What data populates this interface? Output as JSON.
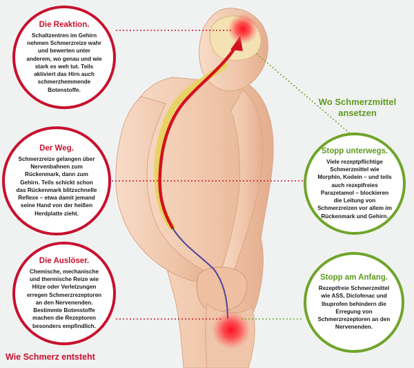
{
  "circles": {
    "reaktion": {
      "title": "Die Reaktion.",
      "text": "Schaltzentren im Gehirn nehmen Schmerzreize wahr und bewerten unter anderem, wo genau und wie stark es weh tut. Teils aktiviert das Hirn auch schmerzhemmende Botenstoffe."
    },
    "weg": {
      "title": "Der Weg.",
      "text": "Schmerzreize gelangen über Nervenbahnen zum Rückenmark, dann zum Gehirn. Teils schickt schon das Rückenmark blitzschnelle Reflexe – etwa damit jemand seine Hand von der heißen Herdplatte zieht."
    },
    "ausloeser": {
      "title": "Die Auslöser.",
      "text": "Chemische, mechanische und thermische Reize wie Hitze oder Verletzungen erregen Schmerzrezeptoren an den Nervenenden. Bestimmte Botenstoffe machen die Rezeptoren besonders empfindlich."
    },
    "stopp_unterwegs": {
      "title": "Stopp unterwegs.",
      "text": "Viele rezeptpflichtige Schmerzmittel wie Morphin, Kodein – und teils auch rezeptfreies Parazetamol – blockieren die Leitung von Schmerzreizen vor allem im Rückenmark und Gehirn."
    },
    "stopp_anfang": {
      "title": "Stopp am Anfang.",
      "text": "Rezeptfreie Schmerzmittel wie ASS, Diclofenac und Ibuprofen behindern die Erregung von Schmerzrezeptoren an den Nervenenden."
    }
  },
  "section_title": "Wo Schmerzmittel ansetzen",
  "caption": "Wie Schmerz entsteht",
  "colors": {
    "red": "#c8102e",
    "green": "#6fa52b",
    "skin": "#f2c9ad",
    "nerve": "#e6d35a",
    "background": "#f0f2f1"
  },
  "icons": {
    "pain_spot": "red-glow",
    "arrow": "signal-arrow-up"
  }
}
